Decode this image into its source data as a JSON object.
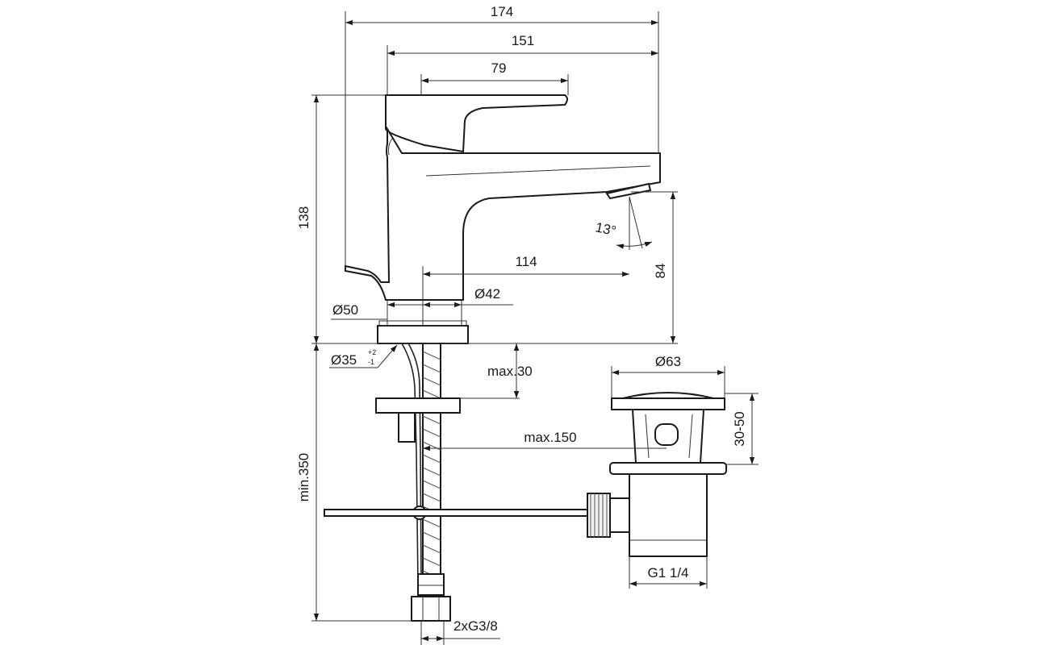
{
  "dimensions": {
    "overall_width": "174",
    "body_width": "151",
    "handle_width": "79",
    "overall_height": "138",
    "spout_reach": "114",
    "spout_height": "84",
    "spout_angle": "13°",
    "base_diameter": "Ø50",
    "body_diameter": "Ø42",
    "hole_diameter": "Ø35",
    "hole_tolerance_upper": "+2",
    "hole_tolerance_lower": "-1",
    "max_deck_thickness": "max.30",
    "install_depth": "min.350",
    "waste_distance": "max.150",
    "waste_cap_diameter": "Ø63",
    "waste_range": "30-50",
    "waste_thread": "G1 1/4",
    "supply_hoses": "2xG3/8"
  }
}
